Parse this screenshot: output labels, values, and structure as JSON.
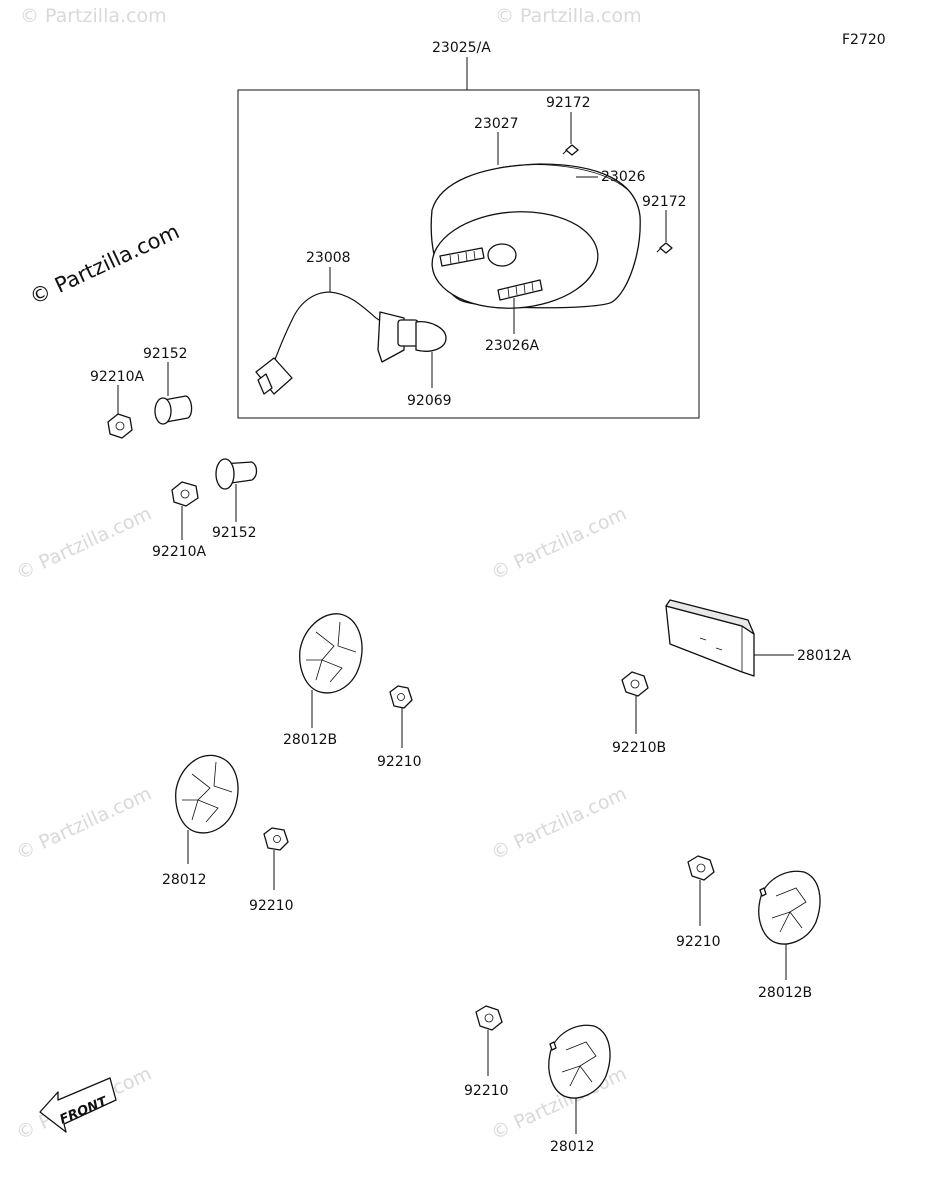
{
  "diagram": {
    "figure_code": "F2720",
    "watermark_main": "© Partzilla.com",
    "watermark_tile": "© Partzilla.com",
    "front_label": "FRONT",
    "parts": {
      "p23025A": "23025/A",
      "p92172a": "92172",
      "p23027": "23027",
      "p23026": "23026",
      "p92172b": "92172",
      "p23008": "23008",
      "p23026A": "23026A",
      "p92069": "92069",
      "p92152a": "92152",
      "p92210Aa": "92210A",
      "p92152b": "92152",
      "p92210Ab": "92210A",
      "p28012B_a": "28012B",
      "p92210_a": "92210",
      "p28012A": "28012A",
      "p92210B": "92210B",
      "p28012_a": "28012",
      "p92210_b": "92210",
      "p92210_c": "92210",
      "p28012B_b": "28012B",
      "p92210_d": "92210",
      "p28012_b": "28012"
    }
  }
}
